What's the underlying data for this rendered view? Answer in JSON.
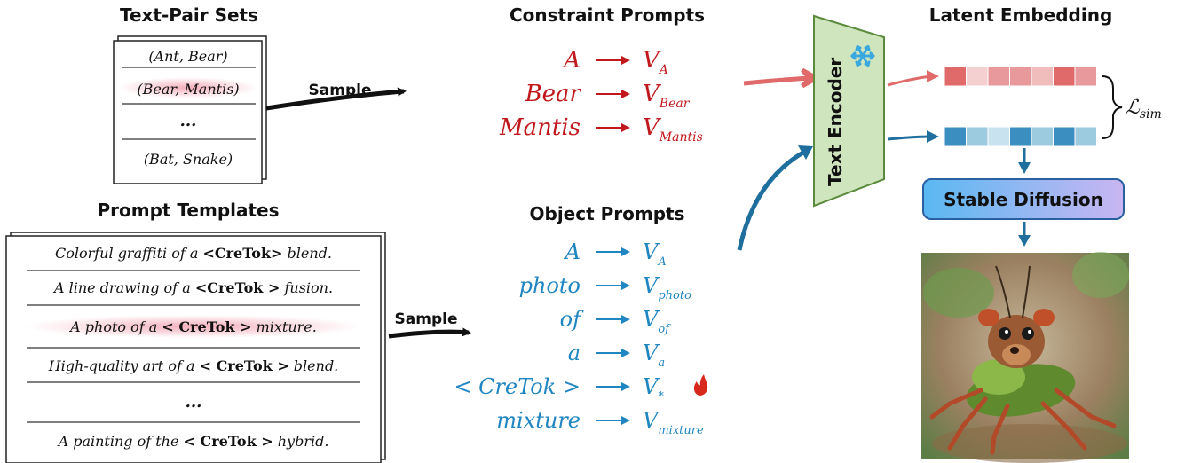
{
  "text_pairs": {
    "title": "Text-Pair Sets",
    "items": [
      "(Ant, Bear)",
      "(Bear, Mantis)",
      "...",
      "(Bat, Snake)"
    ]
  },
  "templates": {
    "title": "Prompt Templates",
    "items": [
      {
        "pre": "Colorful graffiti of a ",
        "tok": "<CreTok>",
        "post": " blend."
      },
      {
        "pre": "A line drawing of a ",
        "tok": "<CreTok >",
        "post": " fusion."
      },
      {
        "pre": "A photo of a ",
        "tok": "< CreTok >",
        "post": " mixture."
      },
      {
        "pre": "High-quality art of a ",
        "tok": "< CreTok >",
        "post": " blend."
      },
      {
        "pre": "...",
        "tok": "",
        "post": ""
      },
      {
        "pre": "A painting of the ",
        "tok": "< CreTok >",
        "post": " hybrid."
      }
    ]
  },
  "sample_top": "Sample",
  "sample_bottom": "Sample",
  "constraint": {
    "title": "Constraint Prompts",
    "rows": [
      {
        "word": "A",
        "v": "V",
        "sub": "A"
      },
      {
        "word": "Bear",
        "v": "V",
        "sub": "Bear"
      },
      {
        "word": "Mantis",
        "v": "V",
        "sub": "Mantis"
      }
    ]
  },
  "object": {
    "title": "Object Prompts",
    "rows": [
      {
        "word": "A",
        "v": "V",
        "sub": "A"
      },
      {
        "word": "photo",
        "v": "V",
        "sub": "photo"
      },
      {
        "word": "of",
        "v": "V",
        "sub": "of"
      },
      {
        "word": "a",
        "v": "V",
        "sub": "a"
      },
      {
        "word": "< CreTok >",
        "v": "V",
        "sub": "*"
      },
      {
        "word": "mixture",
        "v": "V",
        "sub": "mixture"
      }
    ]
  },
  "encoder": {
    "label": "Text Encoder",
    "frozen_icon": "snowflake-icon"
  },
  "latent": {
    "title": "Latent Embedding",
    "loss_symbol": "ℒ",
    "loss_sub": "sim",
    "red_cells": [
      "#e06a6a",
      "#f4d0d0",
      "#e8999b",
      "#e8999b",
      "#f1bcbc",
      "#e06a6a",
      "#e8999b"
    ],
    "blue_cells": [
      "#3b8fc0",
      "#9ccbe0",
      "#c8e3ef",
      "#3b8fc0",
      "#9ccbe0",
      "#3b8fc0",
      "#9ccbe0"
    ]
  },
  "diffusion": {
    "label": "Stable Diffusion"
  },
  "result_image": {
    "icon": "mantis-bear-hybrid-image"
  },
  "colors": {
    "red": "#c0181d",
    "blue": "#1f86c1",
    "arrow_red": "#e06a6a",
    "arrow_blue": "#1f6f9e",
    "encoder_fill": "#cfe5bd",
    "encoder_stroke": "#5a8a3a",
    "highlight": "#f5c6cf",
    "fire": "#d8281c",
    "snow": "#39a8e0"
  }
}
